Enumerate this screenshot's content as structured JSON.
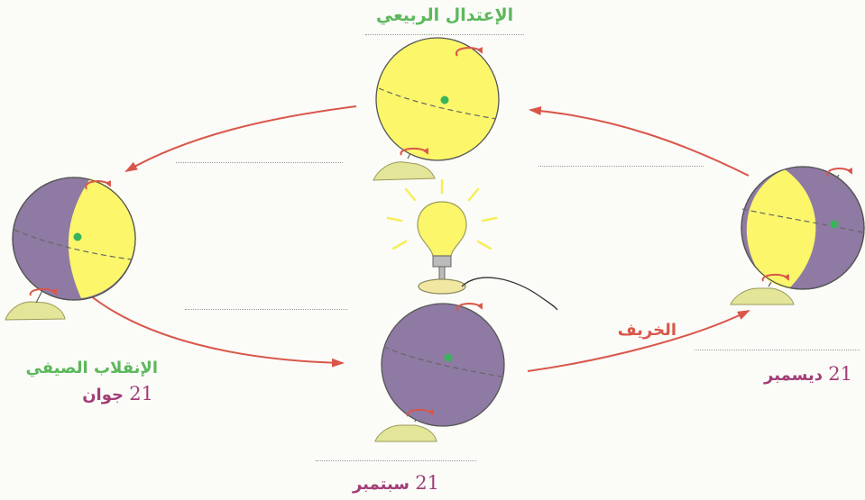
{
  "labels": {
    "spring_equinox": "الإعتدال الربيعي",
    "summer_solstice": "الإنقلاب الصيفي",
    "autumn": "الخريف",
    "june": {
      "day": "21",
      "month": "جوان"
    },
    "september": {
      "day": "21",
      "month": "سبتمبر"
    },
    "december": {
      "day": "21",
      "month": "ديسمبر"
    }
  },
  "colors": {
    "lit": "#fbf66a",
    "dark": "#8f7aa3",
    "arrow": "#d9564a",
    "stand": "#e3e598",
    "label_green": "#5cb85c",
    "label_purple": "#a23e77"
  }
}
